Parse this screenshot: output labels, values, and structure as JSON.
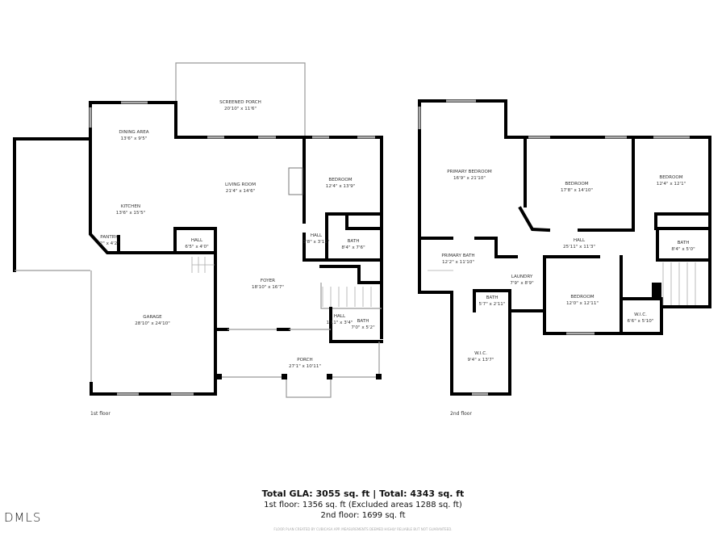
{
  "first_floor": {
    "label": "1st floor",
    "rooms": [
      {
        "name": "SCREENED PORCH",
        "dims": "20'10\" x 11'6\""
      },
      {
        "name": "DINING AREA",
        "dims": "13'6\" x 9'5\""
      },
      {
        "name": "LIVING ROOM",
        "dims": "21'4\" x 14'6\""
      },
      {
        "name": "BEDROOM",
        "dims": "12'4\" x 13'9\""
      },
      {
        "name": "KITCHEN",
        "dims": "13'6\" x 15'5\""
      },
      {
        "name": "PANTRY",
        "dims": "'2\" x 4'2\""
      },
      {
        "name": "HALL",
        "dims": "6'5\" x 4'0\""
      },
      {
        "name": "HALL",
        "dims": "3'8\" x 3'11\""
      },
      {
        "name": "BATH",
        "dims": "8'4\" x 7'6\""
      },
      {
        "name": "FOYER",
        "dims": "18'10\" x 16'7\""
      },
      {
        "name": "GARAGE",
        "dims": "28'10\" x 24'10\""
      },
      {
        "name": "HALL",
        "dims": "1'11\" x 3'4\""
      },
      {
        "name": "BATH",
        "dims": "7'0\" x 5'2\""
      },
      {
        "name": "PORCH",
        "dims": "27'1\" x 10'11\""
      }
    ]
  },
  "second_floor": {
    "label": "2nd floor",
    "rooms": [
      {
        "name": "PRIMARY BEDROOM",
        "dims": "16'9\" x 21'10\""
      },
      {
        "name": "BEDROOM",
        "dims": "17'8\" x 14'10\""
      },
      {
        "name": "BEDROOM",
        "dims": "12'4\" x 12'1\""
      },
      {
        "name": "HALL",
        "dims": "25'11\" x 11'3\""
      },
      {
        "name": "BATH",
        "dims": "8'4\" x 5'0\""
      },
      {
        "name": "PRIMARY BATH",
        "dims": "12'2\" x 11'10\""
      },
      {
        "name": "LAUNDRY",
        "dims": "7'9\" x 8'9\""
      },
      {
        "name": "BATH",
        "dims": "5'7\" x 2'11\""
      },
      {
        "name": "BEDROOM",
        "dims": "12'0\" x 12'11\""
      },
      {
        "name": "W.I.C.",
        "dims": "6'6\" x 5'10\""
      },
      {
        "name": "W.I.C.",
        "dims": "9'4\" x 13'7\""
      }
    ]
  },
  "summary": {
    "total": "Total GLA: 3055 sq. ft | Total: 4343 sq. ft",
    "first": "1st floor: 1356 sq. ft (Excluded areas 1288 sq. ft)",
    "second": "2nd floor: 1699 sq. ft",
    "disclaimer": "FLOOR PLAN CREATED BY CUBICASA APP. MEASUREMENTS DEEMED HIGHLY RELIABLE BUT NOT GUARANTEED."
  },
  "logo_text": "DMLS"
}
